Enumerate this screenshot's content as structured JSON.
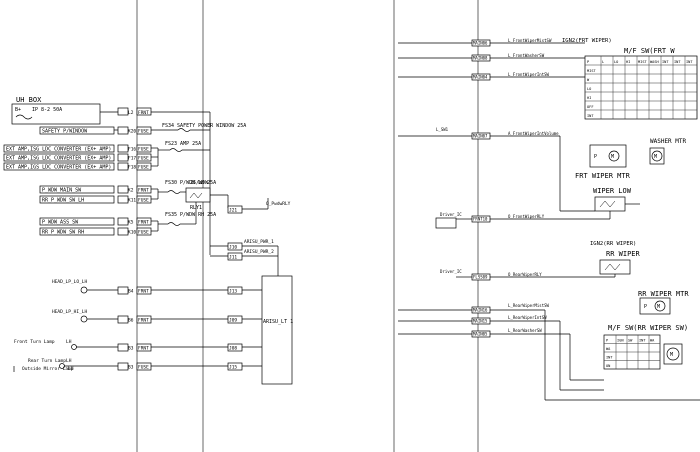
{
  "left": {
    "uh_box": {
      "title": "UH BOX",
      "b_plus": "B+",
      "fuse": "IP 8-2 50A"
    },
    "labels": {
      "l2": "L2",
      "frnt": "FRNT",
      "safety": "SAFETY P/WINDOW",
      "fs34_label": "FS34 SAFETY POWER WINDOW 25A",
      "ext1": "EXT AMP,ISG LDC CONVERTER (EX+ AMP)",
      "ext2": "EXT AMP,ISG LDC CONVERTER (EX+ AMP)",
      "ext3": "EXT AMP,IGS LDC CONVERTER (EX+ AMP)",
      "fs23_label": "FS23 AMP 25A",
      "k20": "K20",
      "fuse_a": "FUSE",
      "f16": "F16",
      "fuse_b": "FUSE",
      "f17": "F17",
      "fuse_c": "FUSE",
      "f18": "F18",
      "fuse_d": "FUSE",
      "p_wdw_main": "P_WDW_MAIN_SW",
      "rr_p_wdw_lh": "RR_P_WDW_SW_LH",
      "p_wdw_ass": "P_WDW_ASS_SW",
      "rr_p_wdw_rh": "RR_P_WDW_SW_RH",
      "k2": "K2",
      "frnt2": "FRNT",
      "k11": "K11",
      "fuse2": "FUSE",
      "k5": "K5",
      "frnt3": "FRNT",
      "k10": "K10",
      "fuse3": "FUSE",
      "fs30_label": "FS30 P/WDW LH 25A",
      "wdw_label": "25/WDW",
      "fs35_label": "FS35 P/WDW RH 25A",
      "rly1": "RLY1",
      "j21": "J21",
      "o_pwdwrly": "O_PwdwRLY",
      "arisu_pwr_1": "ARISU_PWR_1",
      "arisu_pwr_2": "ARISU_PWR_2",
      "j10": "J10",
      "j11": "J11",
      "head_lp_lo": "HEAD_LP_LO_LH",
      "head_lp_hi": "HEAD_LP_HI_LH",
      "front_turn": "Front Turn Lamp",
      "rear_turn": "Rear Turn Lamp",
      "outside_mirror": "Outside Mirror Lamp",
      "lh1": "LH",
      "lh2": "LH",
      "lh3": "LH",
      "b4": "B4",
      "frnt4": "FRNT",
      "b6": "B6",
      "frnt5": "FRNT",
      "b3": "B3",
      "frnt6": "FRNT",
      "b3b": "B3",
      "fuse4": "FUSE",
      "j13": "J13",
      "j09": "J09",
      "j08": "J08",
      "j15": "J15",
      "arisu_lt": "ARISU_LT 1"
    }
  },
  "right": {
    "top_block": {
      "ign2": "IGN2(FRT WIPER)",
      "mf_sw": "M/F SW(FRT W",
      "main_x_labels": [
        "MAIN06",
        "MAIN08",
        "MAIN04",
        "MAIN07"
      ],
      "main_x_signals": [
        "L_FrontWiperMistSW",
        "L_FrontWasherSW",
        "L_FrontWiperIntSW",
        "A_FrontWiperIntVolume"
      ],
      "l_sw1": "L_SW1",
      "table_header": [
        "P",
        "L",
        "LO",
        "HI",
        "MIST",
        "WASH",
        "INT",
        "INT",
        "INT"
      ],
      "table_rows": [
        "MIST",
        "W",
        "LO",
        "HI",
        "OFF",
        "INT"
      ],
      "washer_mtr": "WASHER MTR",
      "frt_wiper_mtr": "FRT WIPER MTR",
      "wiper_low": "WIPER LOW",
      "m": "M",
      "p": "P",
      "driver_ic1": "Driver_IC",
      "frnt10": "FRNT10",
      "o_frontwiperrly": "O_FrontWiperRLY"
    },
    "bottom_block": {
      "ign2": "IGN2(RR WIPER)",
      "rr_wiper": "RR WIPER",
      "rr_wiper_mtr": "RR WIPER MTR",
      "driver_ic2": "Driver_IC",
      "fls09": "FLSS09",
      "o_rearwiperrly": "O_RearWiperRLY",
      "main_labels": [
        "MAIN16",
        "MAIN15",
        "MAIN05"
      ],
      "signals": [
        "L_RearWiperMistSW",
        "L_RearWiperIntSW",
        "L_RearWasherSW"
      ],
      "mf_sw": "M/F SW(RR WIPER SW)",
      "table_header": [
        "P",
        "IGN",
        "SW",
        "INT",
        "WA"
      ],
      "table_rows": [
        "WA",
        "INT",
        "ON"
      ],
      "m": "M",
      "p": "P"
    }
  }
}
